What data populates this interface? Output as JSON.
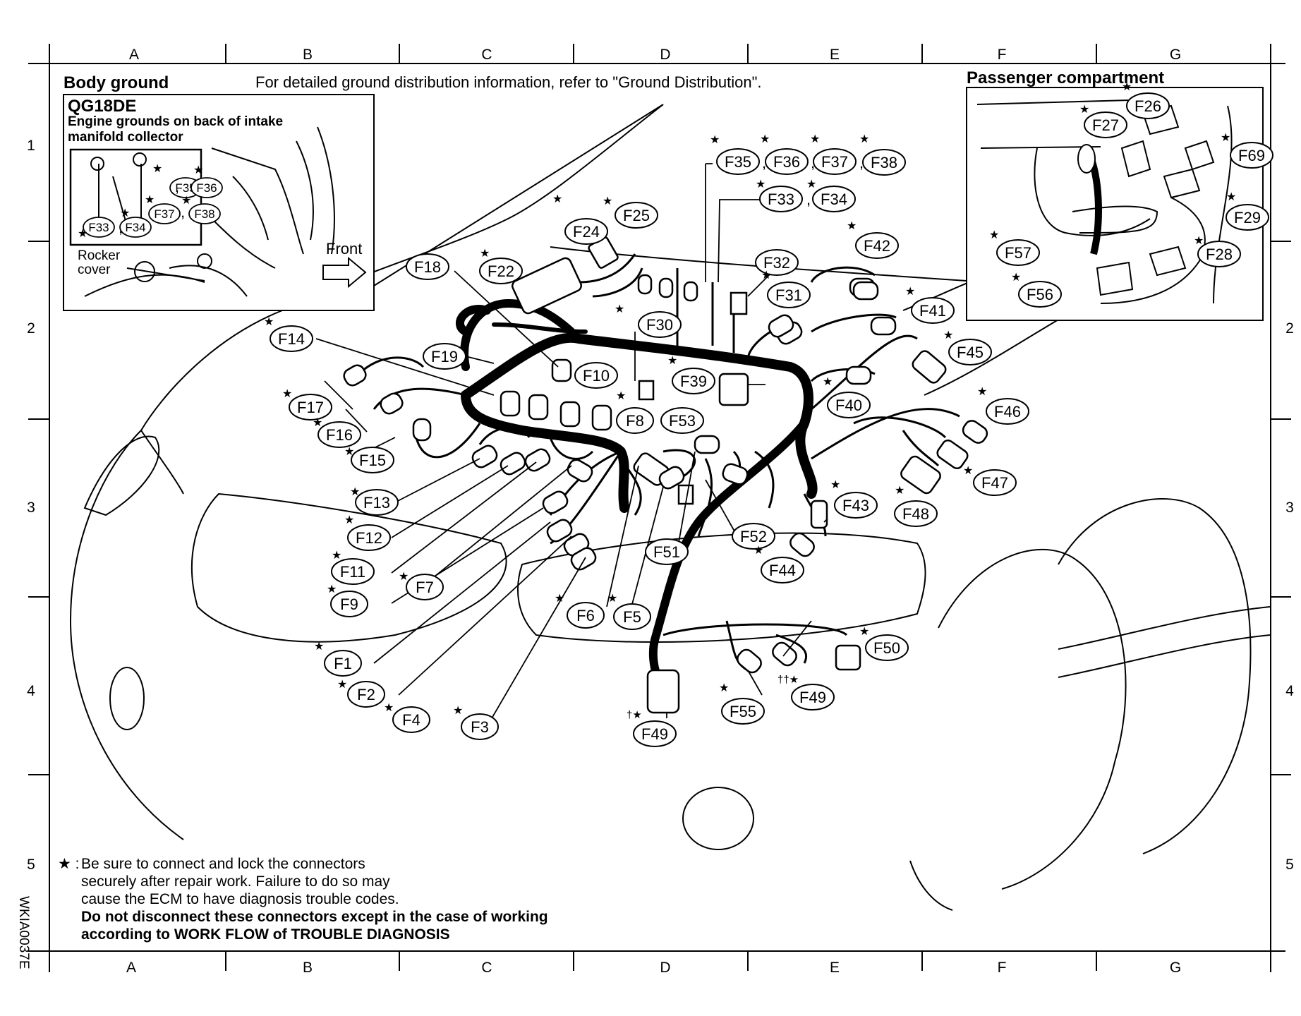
{
  "grid": {
    "columns": [
      "A",
      "B",
      "C",
      "D",
      "E",
      "F",
      "G"
    ],
    "rows": [
      "1",
      "2",
      "3",
      "4",
      "5"
    ]
  },
  "titles": {
    "body_ground": "Body ground",
    "ground_note": "For detailed ground distribution information, refer to \"Ground Distribution\".",
    "passenger": "Passenger compartment"
  },
  "inset": {
    "model": "QG18DE",
    "desc_line1": "Engine grounds on back of intake",
    "desc_line2": "manifold collector",
    "rocker1": "Rocker",
    "rocker2": "cover",
    "front": "Front"
  },
  "footnote": {
    "star_label": "★ :",
    "line1": "Be sure to connect and lock the connectors",
    "line2": "securely after repair work. Failure to do so may",
    "line3": "cause the ECM to have diagnosis trouble codes.",
    "bold1": "Do not disconnect these connectors except in the case of working",
    "bold2": "according to WORK FLOW of TROUBLE DIAGNOSIS"
  },
  "drawing_code": "WKIA0037E",
  "connectors": {
    "F1": "F1",
    "F2": "F2",
    "F3": "F3",
    "F4": "F4",
    "F5": "F5",
    "F6": "F6",
    "F7": "F7",
    "F8": "F8",
    "F9": "F9",
    "F10": "F10",
    "F11": "F11",
    "F12": "F12",
    "F13": "F13",
    "F14": "F14",
    "F15": "F15",
    "F16": "F16",
    "F17": "F17",
    "F18": "F18",
    "F19": "F19",
    "F22": "F22",
    "F24": "F24",
    "F25": "F25",
    "F26": "F26",
    "F27": "F27",
    "F28": "F28",
    "F29": "F29",
    "F30": "F30",
    "F31": "F31",
    "F32": "F32",
    "F33": "F33",
    "F34": "F34",
    "F35": "F35",
    "F36": "F36",
    "F37": "F37",
    "F38": "F38",
    "F39": "F39",
    "F40": "F40",
    "F41": "F41",
    "F42": "F42",
    "F43": "F43",
    "F44": "F44",
    "F45": "F45",
    "F46": "F46",
    "F47": "F47",
    "F48": "F48",
    "F49": "F49",
    "F50": "F50",
    "F51": "F51",
    "F52": "F52",
    "F53": "F53",
    "F55": "F55",
    "F56": "F56",
    "F57": "F57",
    "F69": "F69"
  },
  "marks": {
    "star": "★",
    "dagger_star": "†★",
    "ddagger_star": "††★",
    "comma": ","
  }
}
